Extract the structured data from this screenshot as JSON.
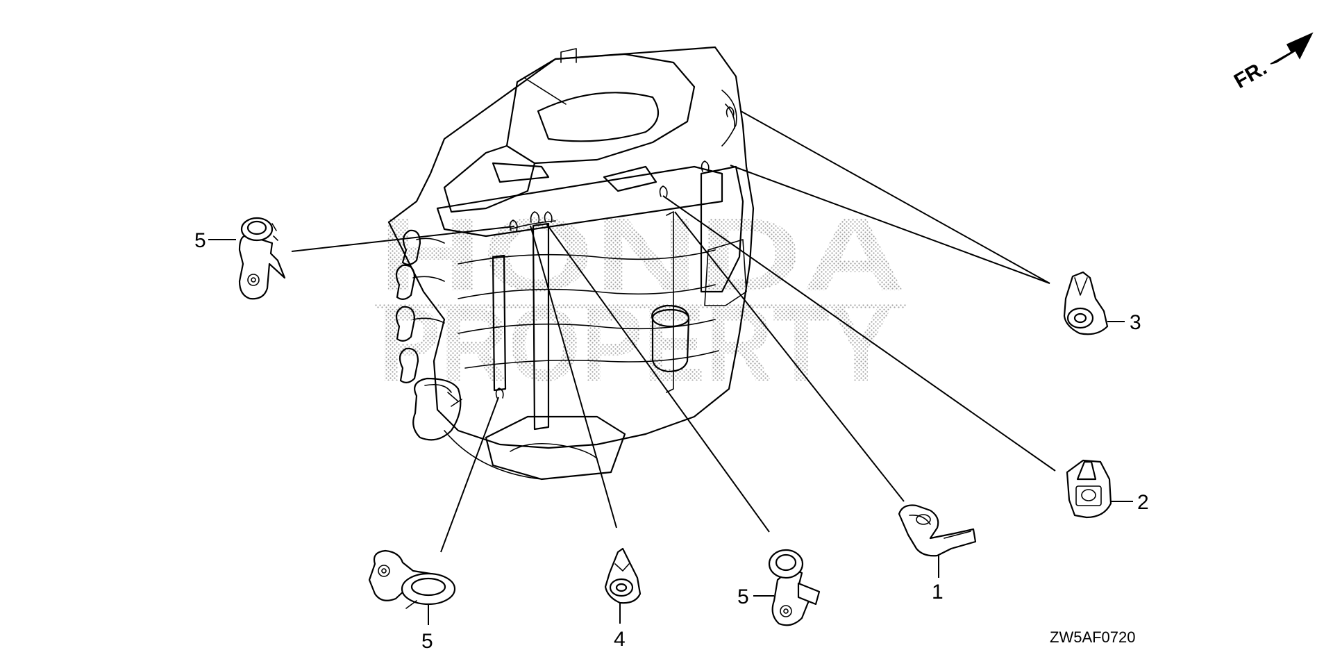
{
  "diagram_code": "ZW5AF0720",
  "direction_label": "FR.",
  "watermark": "HONDA PROPERTY",
  "callouts": [
    {
      "id": "1",
      "label": "1"
    },
    {
      "id": "2",
      "label": "2"
    },
    {
      "id": "3",
      "label": "3"
    },
    {
      "id": "4",
      "label": "4"
    },
    {
      "id": "5a",
      "label": "5"
    },
    {
      "id": "5b",
      "label": "5"
    },
    {
      "id": "5c",
      "label": "5"
    }
  ],
  "colors": {
    "line": "#000000",
    "background": "#ffffff",
    "watermark": "#9a9a9a"
  }
}
